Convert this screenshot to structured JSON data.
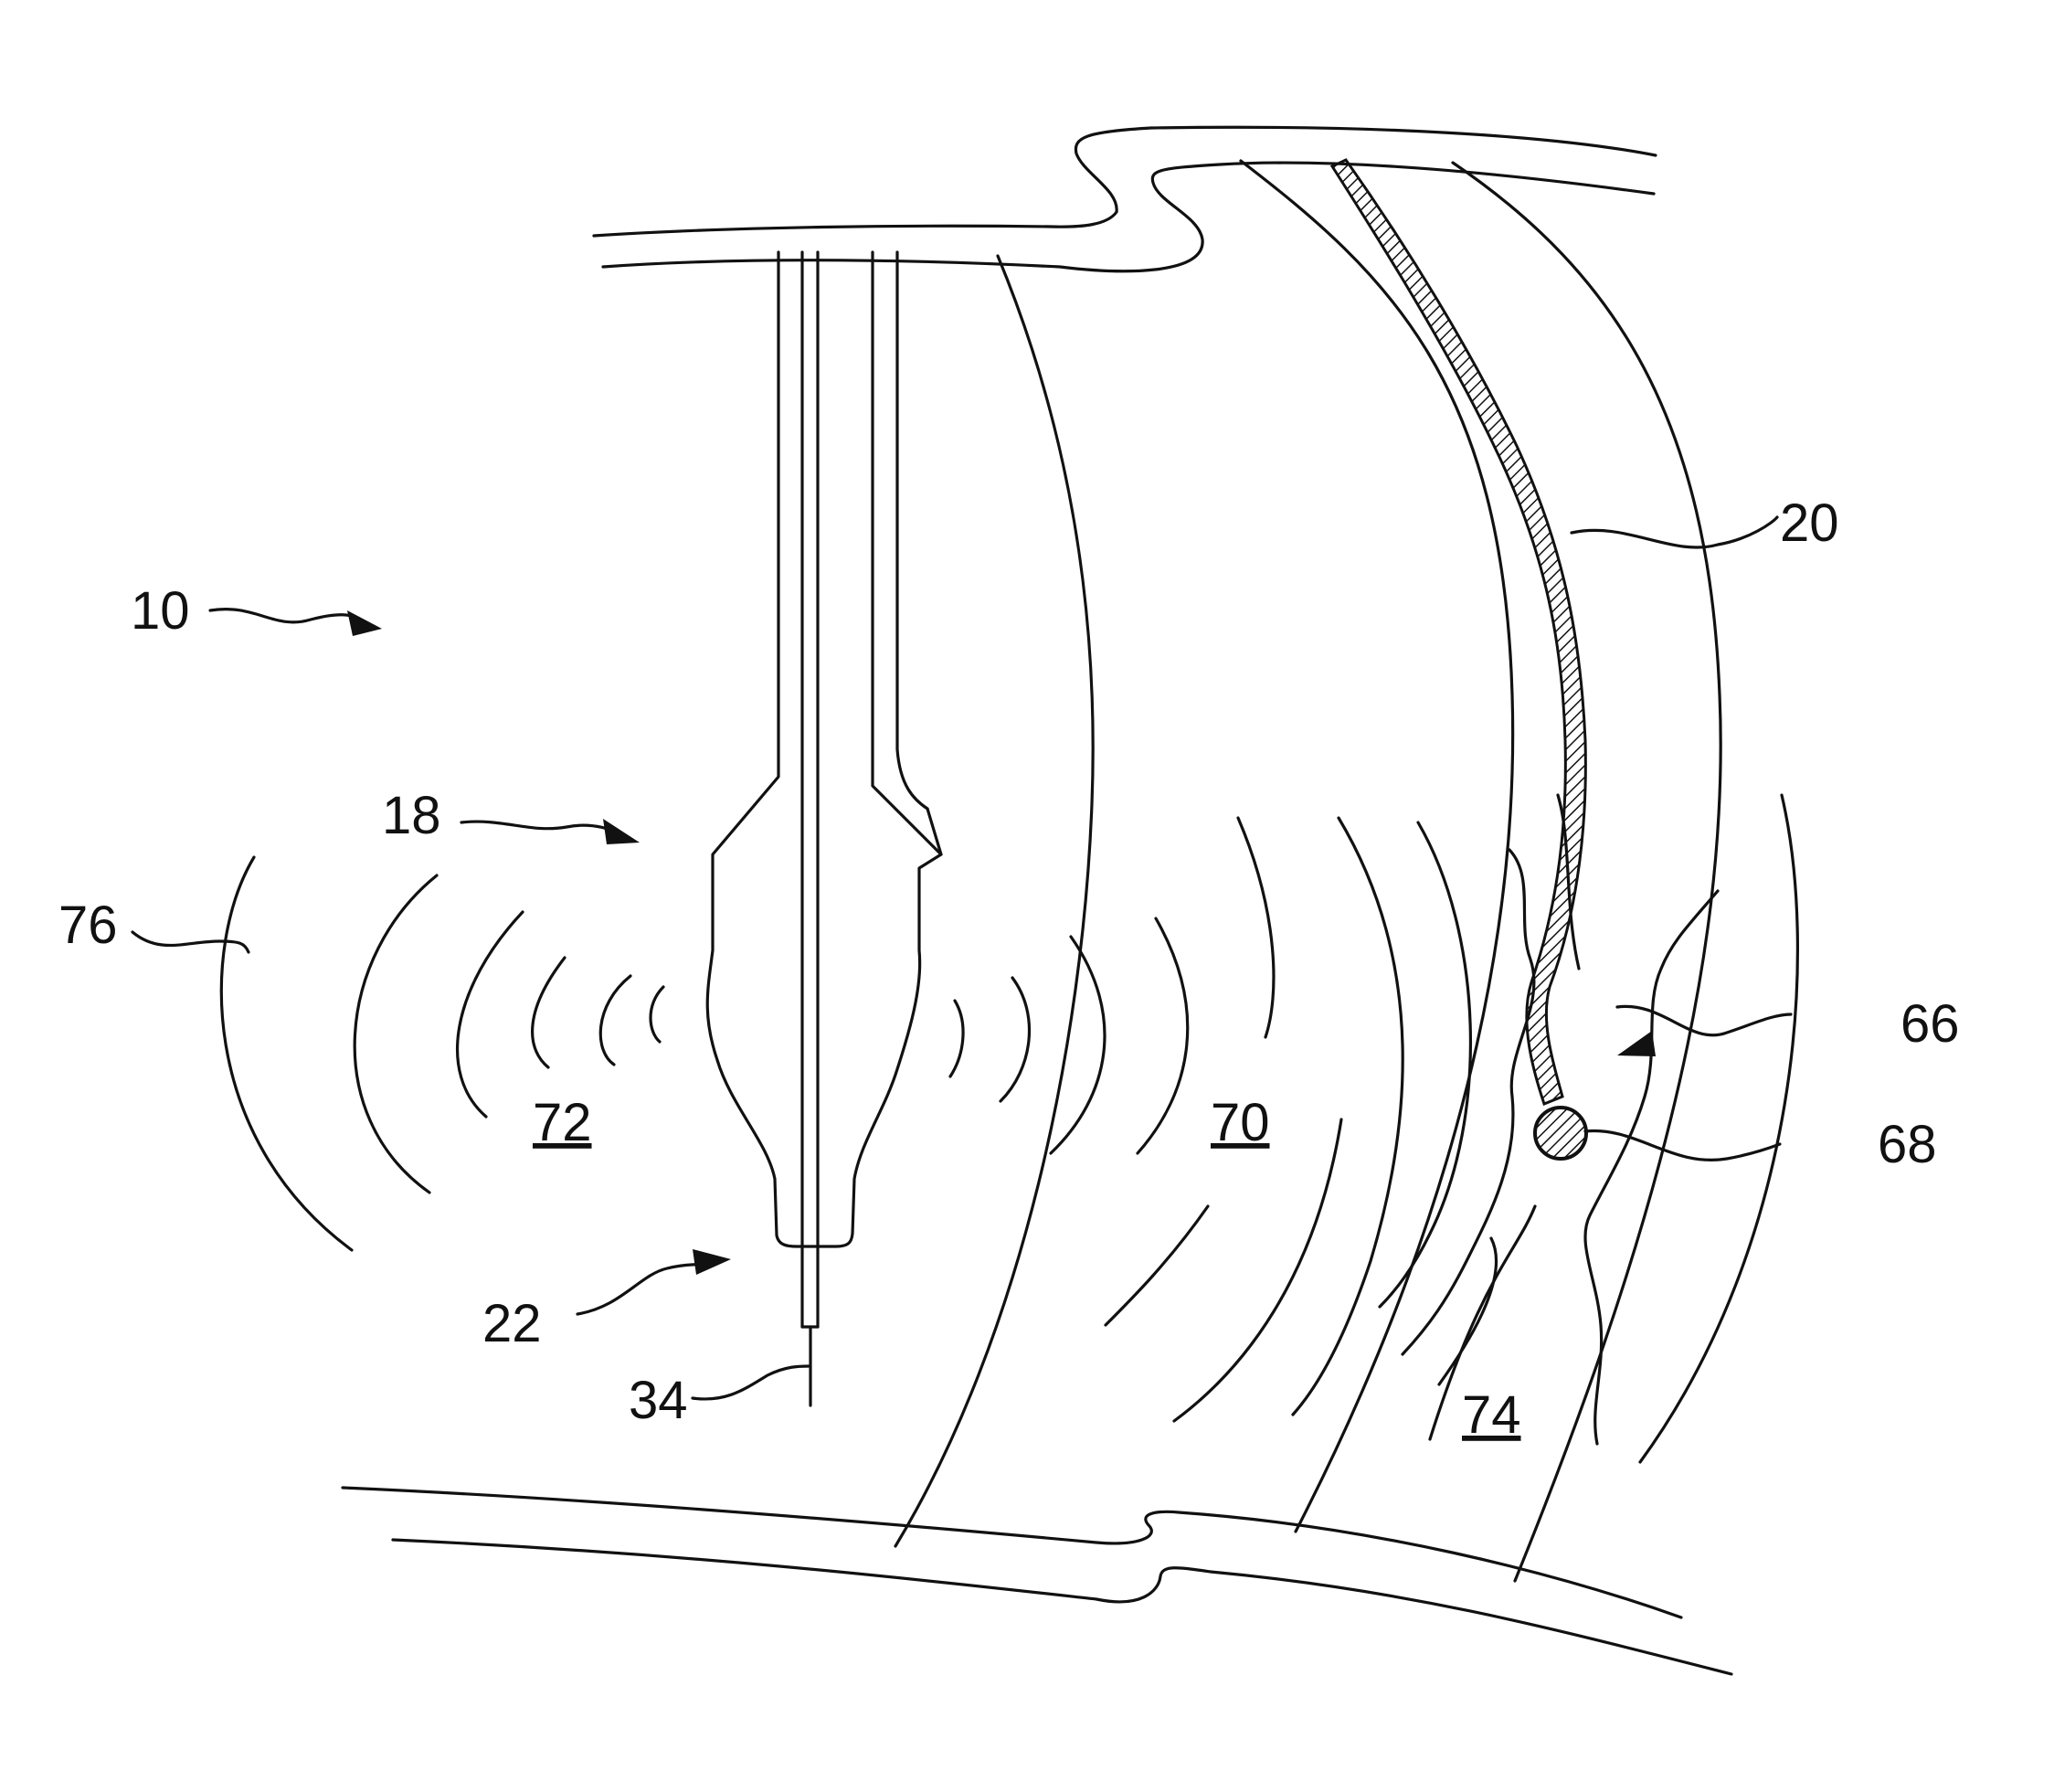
{
  "figure": {
    "stroke_color": "#111111",
    "background": "#ffffff",
    "labels": {
      "l10": "10",
      "l18": "18",
      "l20": "20",
      "l22": "22",
      "l34": "34",
      "l66": "66",
      "l68": "68",
      "l70": "70",
      "l72": "72",
      "l74": "74",
      "l76": "76"
    }
  }
}
